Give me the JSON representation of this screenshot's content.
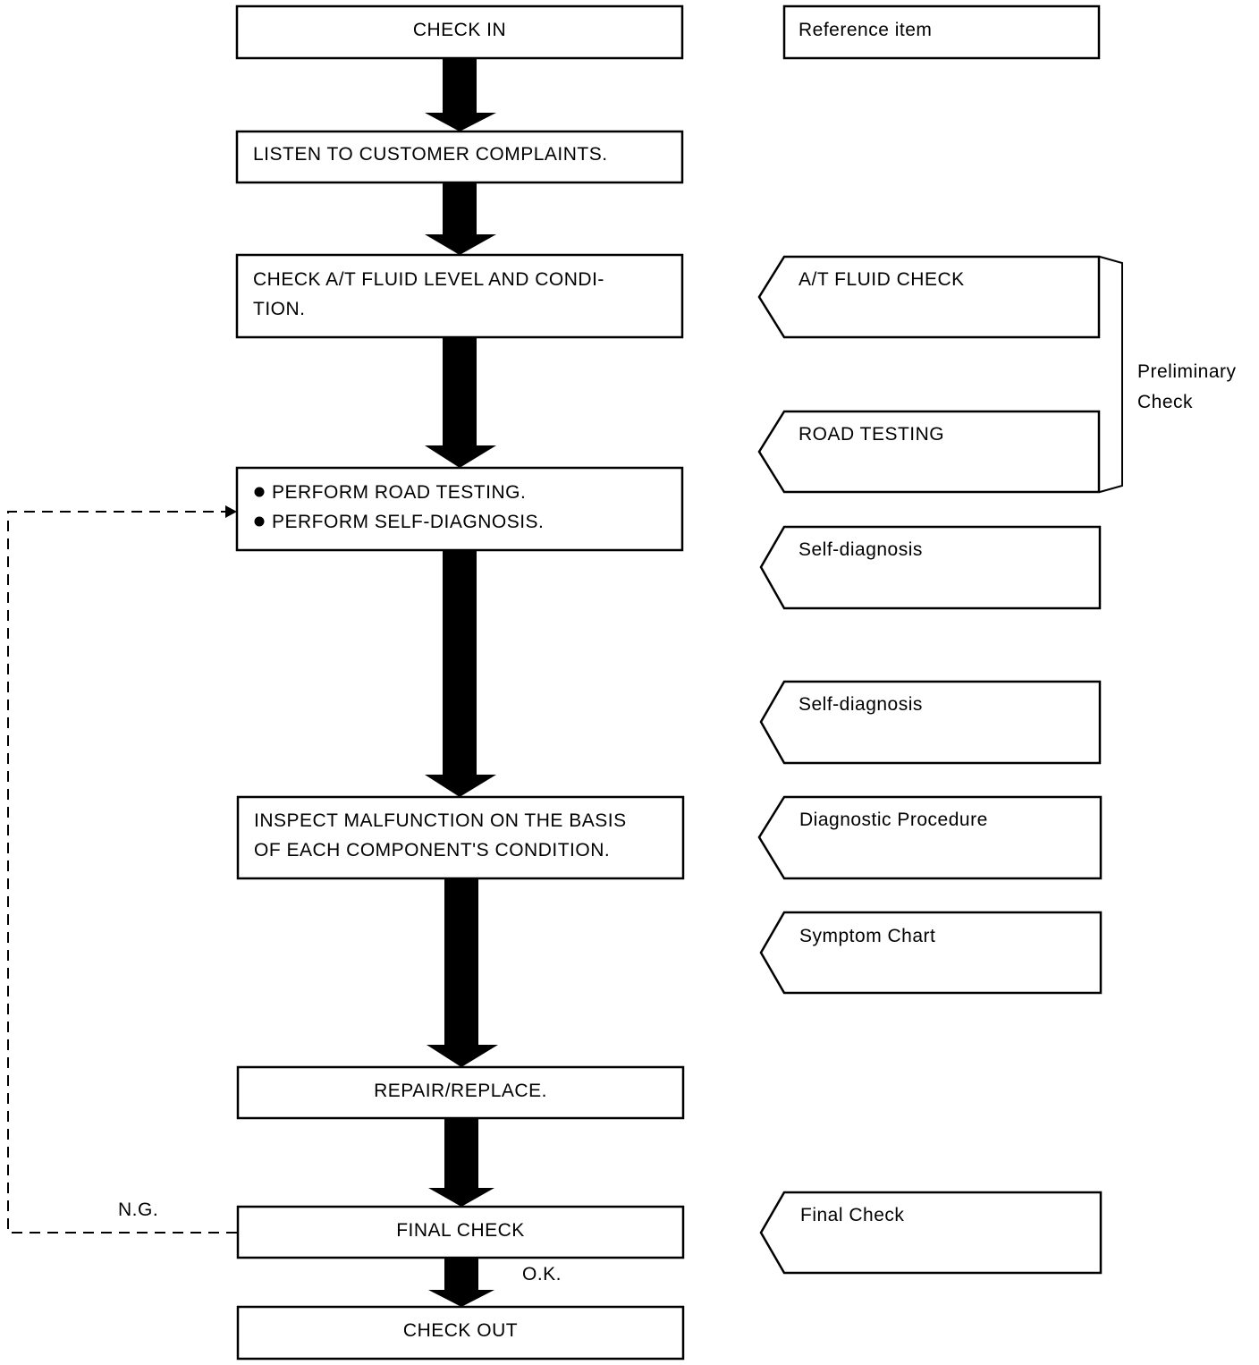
{
  "steps": {
    "check_in": "CHECK IN",
    "listen": "LISTEN TO CUSTOMER COMPLAINTS.",
    "fluid_line1": "CHECK A/T FLUID LEVEL AND CONDI-",
    "fluid_line2": "TION.",
    "perform_line1": "PERFORM ROAD TESTING.",
    "perform_line2": "PERFORM SELF-DIAGNOSIS.",
    "inspect_line1": "INSPECT MALFUNCTION ON THE BASIS",
    "inspect_line2": "OF EACH COMPONENT'S CONDITION.",
    "repair": "REPAIR/REPLACE.",
    "final_check": "FINAL CHECK",
    "check_out": "CHECK OUT"
  },
  "references": {
    "header": "Reference item",
    "at_fluid_check": "A/T FLUID CHECK",
    "road_testing": "ROAD TESTING",
    "self_diagnosis_1": "Self-diagnosis",
    "self_diagnosis_2": "Self-diagnosis",
    "diagnostic_procedure": "Diagnostic Procedure",
    "symptom_chart": "Symptom Chart",
    "final_check": "Final Check"
  },
  "bracket": {
    "line1": "Preliminary",
    "line2": "Check"
  },
  "branches": {
    "ng": "N.G.",
    "ok": "O.K."
  }
}
